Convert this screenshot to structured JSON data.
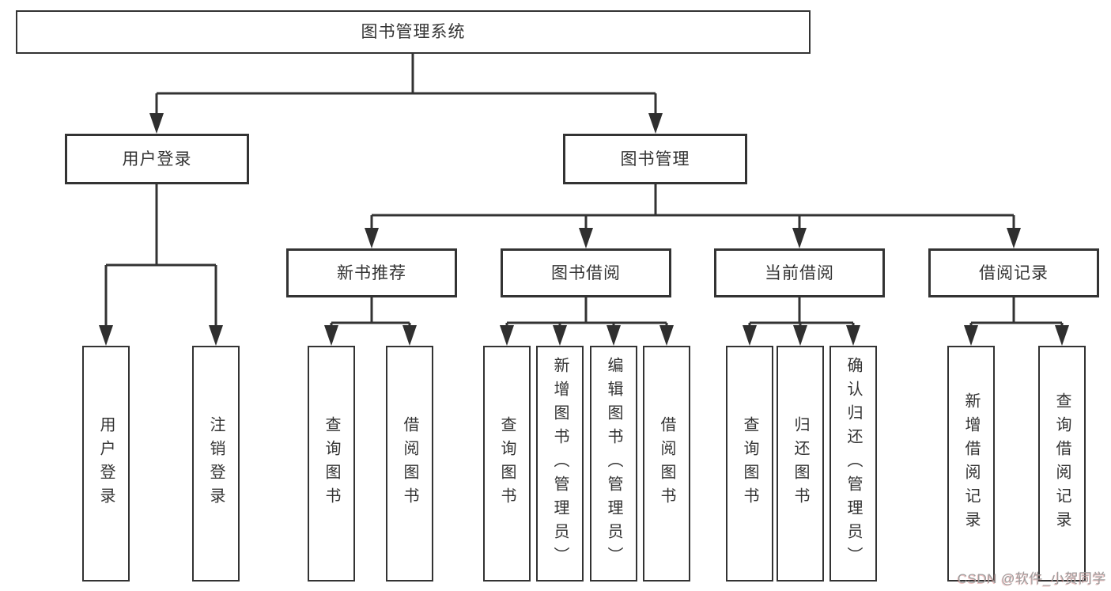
{
  "diagram": {
    "title": "图书管理系统",
    "nodes": {
      "root": "图书管理系统",
      "user_login": "用户登录",
      "book_mgmt": "图书管理",
      "new_book_rec": "新书推荐",
      "book_borrow": "图书借阅",
      "current_borrow": "当前借阅",
      "borrow_records": "借阅记录",
      "leaf_user_login": "用户登录",
      "leaf_logout": "注销登录",
      "leaf_query_book_rec": "查询图书",
      "leaf_borrow_book_rec": "借阅图书",
      "leaf_query_book_borrow": "查询图书",
      "leaf_add_book_admin": "新增图书（管理员）",
      "leaf_edit_book_admin": "编辑图书（管理员）",
      "leaf_borrow_book_borrow": "借阅图书",
      "leaf_query_book_current": "查询图书",
      "leaf_return_book": "归还图书",
      "leaf_confirm_return_admin": "确认归还（管理员）",
      "leaf_add_borrow_record": "新增借阅记录",
      "leaf_query_borrow_record": "查询借阅记录"
    },
    "colors": {
      "line": "#333333",
      "box_border": "#333333",
      "box_fill": "#ffffff",
      "text": "#333333",
      "watermark": "#9d9d9d"
    }
  },
  "watermark": "CSDN @软件_小贺同学"
}
